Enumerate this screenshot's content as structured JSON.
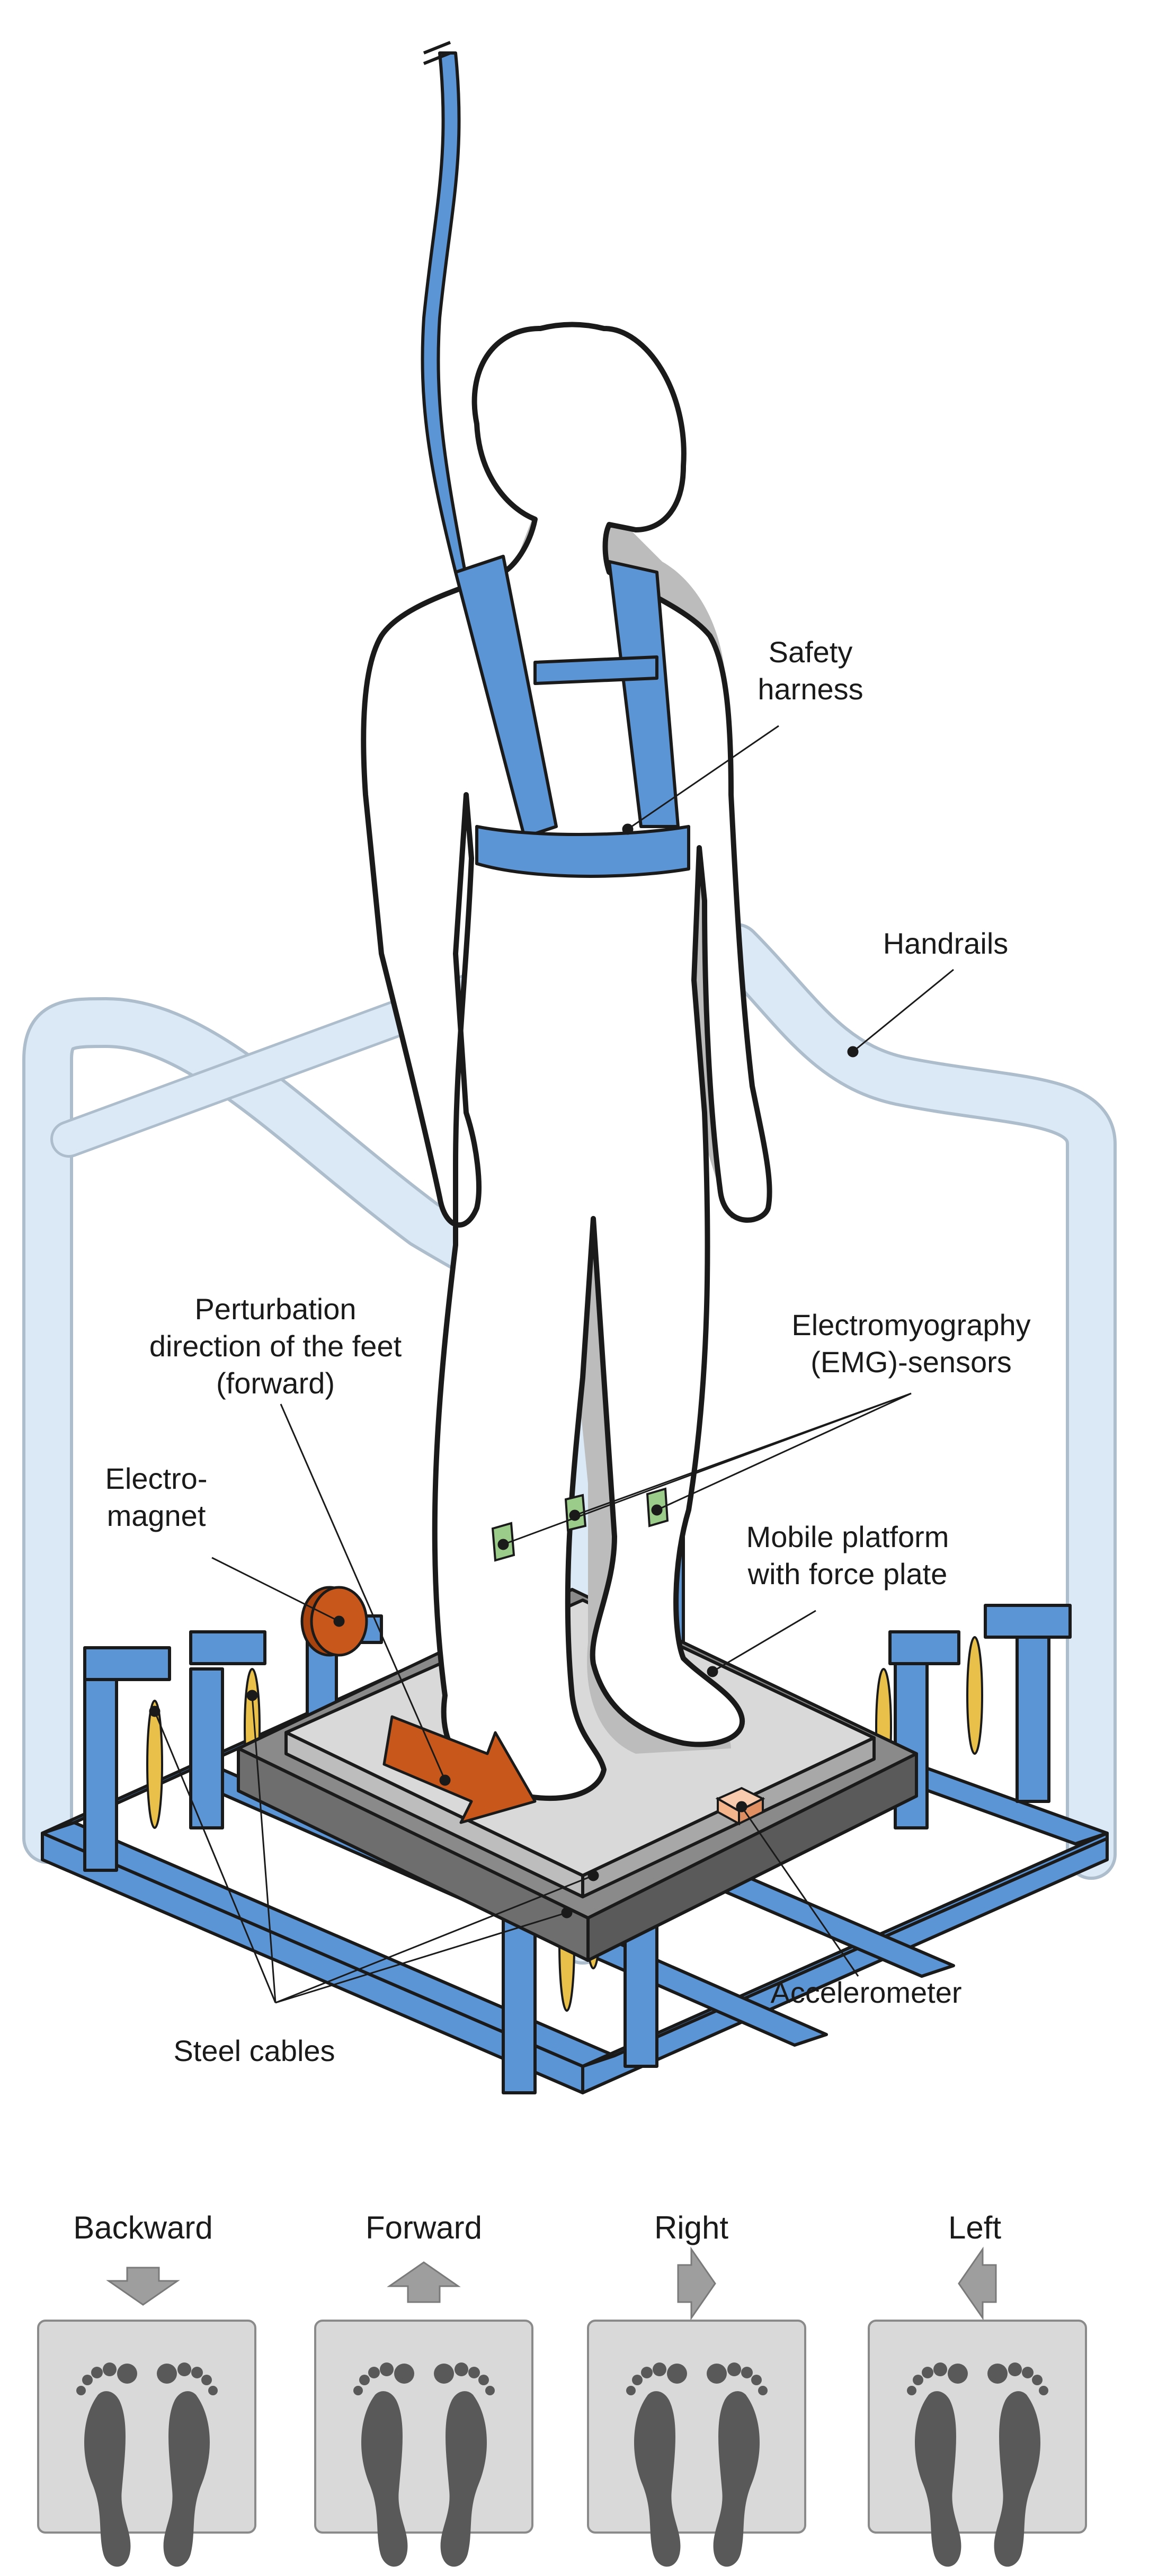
{
  "labels": {
    "safety_harness": [
      "Safety",
      "harness"
    ],
    "handrails": "Handrails",
    "perturbation": [
      "Perturbation",
      "direction of the feet",
      "(forward)"
    ],
    "emg": [
      "Electromyography",
      "(EMG)-sensors"
    ],
    "electromagnet": [
      "Electro-",
      "magnet"
    ],
    "mobile_platform": [
      "Mobile platform",
      "with force plate"
    ],
    "accelerometer": "Accelerometer",
    "steel_cables": "Steel cables"
  },
  "directions": [
    {
      "label": "Backward",
      "arrow": "down-arrow-icon"
    },
    {
      "label": "Forward",
      "arrow": "up-arrow-icon"
    },
    {
      "label": "Right",
      "arrow": "right-arrow-icon"
    },
    {
      "label": "Left",
      "arrow": "left-arrow-icon"
    }
  ],
  "colors": {
    "frame": "#5b95d6",
    "harness": "#5b95d6",
    "handrail": "#dbe8f5",
    "magnet": "#c8571b",
    "arrow": "#c8571b",
    "platform_top": "#d9d9d9",
    "platform_base": "#6e6e6e",
    "cable": "#e8c04a",
    "emg_sensor": "#9ccc8a",
    "accelerometer": "#f4b48c",
    "foot_panel": "#d9d9d9",
    "foot": "#595959"
  }
}
